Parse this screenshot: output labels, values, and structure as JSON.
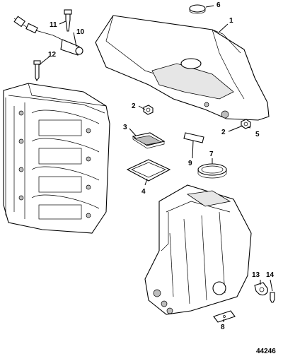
{
  "callouts": {
    "c1": "1",
    "c2a": "2",
    "c2b": "2",
    "c3": "3",
    "c4": "4",
    "c5": "5",
    "c6": "6",
    "c7": "7",
    "c8": "8",
    "c9": "9",
    "c10": "10",
    "c11": "11",
    "c12": "12",
    "c13": "13",
    "c14": "14"
  },
  "figure_number": "44246"
}
